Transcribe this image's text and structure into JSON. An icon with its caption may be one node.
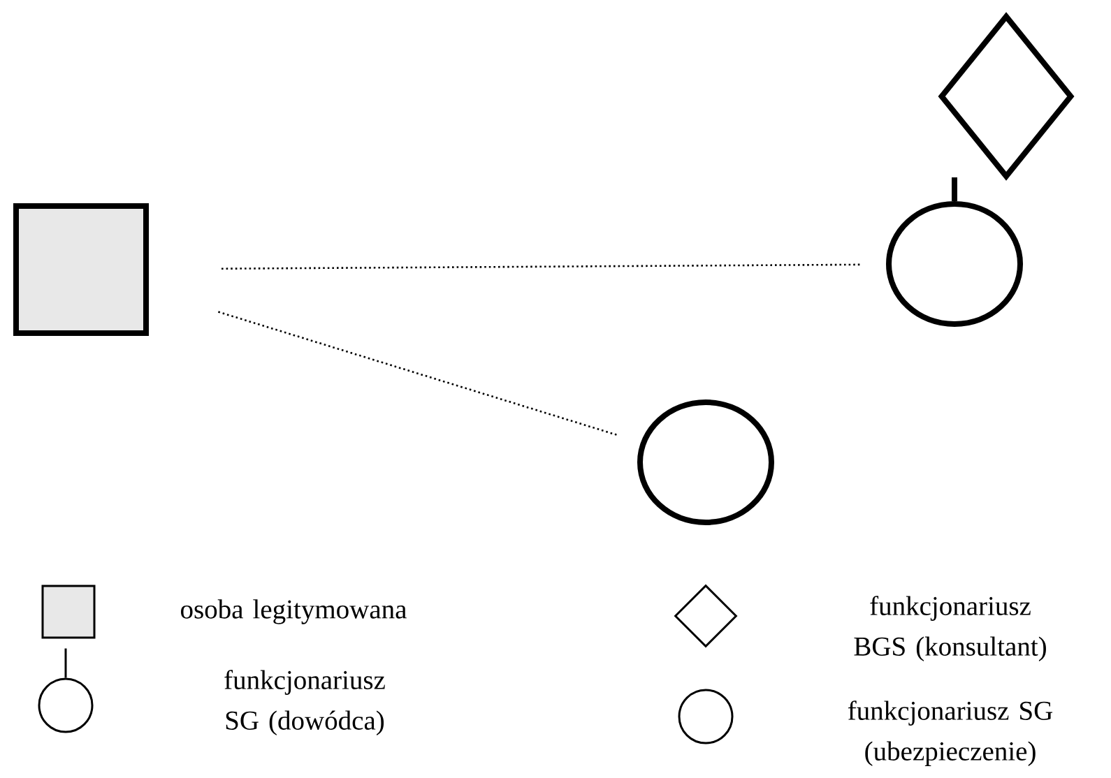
{
  "diagram": {
    "nodes": [
      {
        "text": [],
        "shape": "box"
      },
      {
        "text": [],
        "shape": "diamond"
      },
      {
        "text": [],
        "shape": "circle"
      },
      {
        "text": [],
        "shape": "circle"
      }
    ],
    "edges": [
      {
        "from": 0,
        "to": 2,
        "arrow": "none"
      },
      {
        "from": 0,
        "to": 3,
        "arrow": "none"
      }
    ],
    "legend": [
      {
        "text": "osoba legitymowana"
      },
      {
        "text": "funkcjonariusz SG (dowódca)"
      },
      {
        "text": "funkcjonariusz BGS (konsultant)"
      },
      {
        "text": "funkcjonariusz SG (ubezpieczenie)"
      }
    ]
  }
}
